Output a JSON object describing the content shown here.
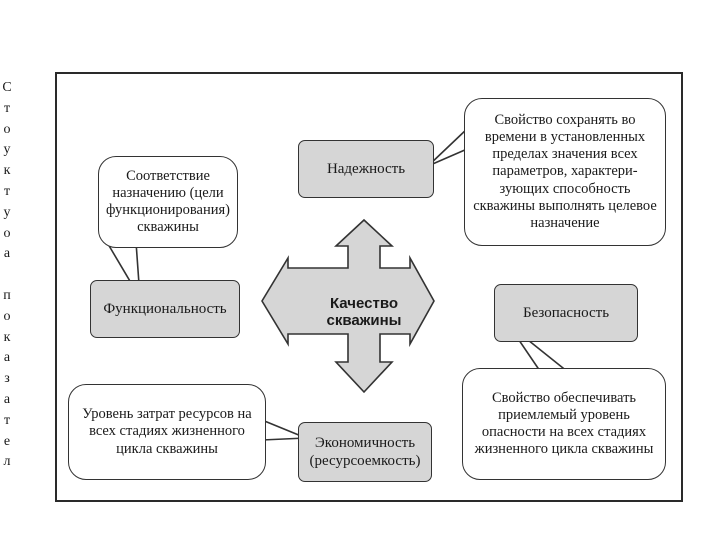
{
  "side_text": [
    "С",
    "т",
    "о",
    "у",
    "к",
    "т",
    "у",
    "о",
    "а",
    "",
    "п",
    "о",
    "к",
    "а",
    "з",
    "а",
    "т",
    "е",
    "л"
  ],
  "center": "Качество скважины",
  "nodes": {
    "reliability": "Надежность",
    "functionality": "Функциональность",
    "safety": "Безопасность",
    "economy": "Экономичность (ресурсоемкость)"
  },
  "bubbles": {
    "reliability_def": "Свойство сохранять во времени в установленных пределах значения всех параметров, характери- зующих способность скважины выполнять целевое назначение",
    "functionality_def": "Соответствие назначению (цели функционирования) скважины",
    "safety_def": "Свойство обеспечивать приемлемый уровень опасности на всех стадиях жизненного цикла скважины",
    "economy_def": "Уровень затрат ресурсов на всех стадиях жизненного цикла скважины"
  }
}
